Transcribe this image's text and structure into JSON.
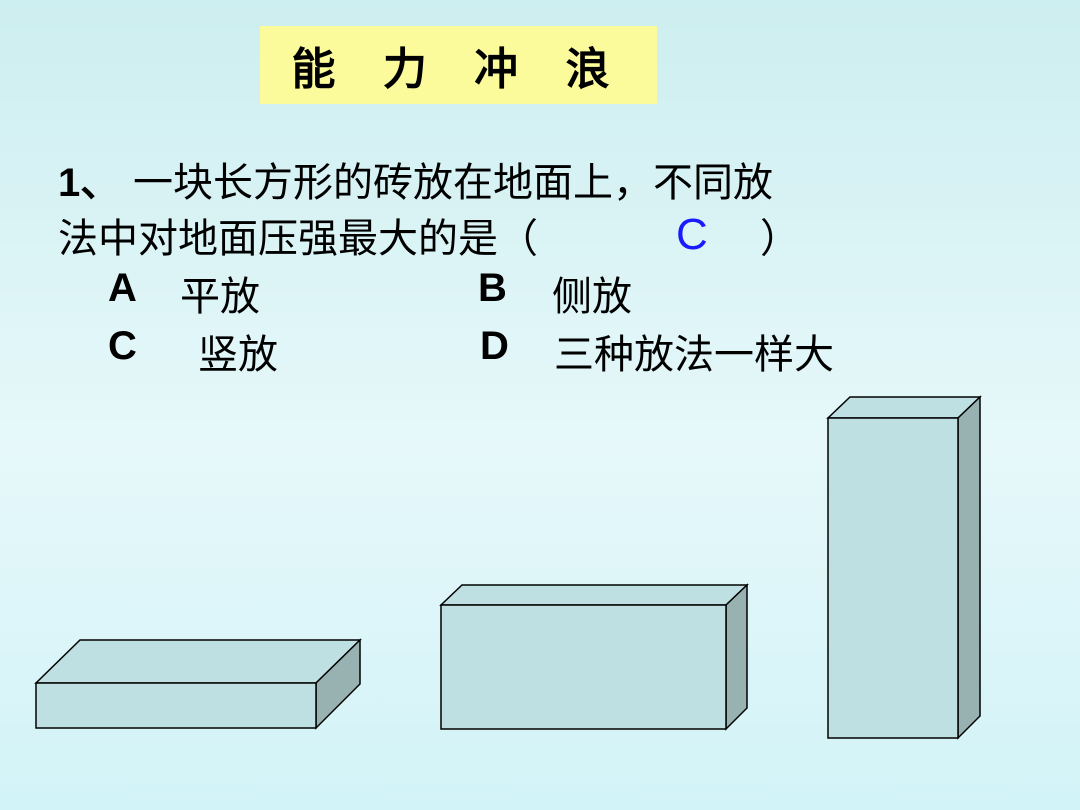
{
  "title": "能 力 冲 浪",
  "question": {
    "number": "1、",
    "line1": "一块长方形的砖放在地面上，不同放",
    "line2": "法中对地面压强最大的是（",
    "closing": "）",
    "answer": "C"
  },
  "options": [
    {
      "letter": "A",
      "text": "平放"
    },
    {
      "letter": "B",
      "text": "侧放"
    },
    {
      "letter": "C",
      "text": "竖放"
    },
    {
      "letter": "D",
      "text": "三种放法一样大"
    }
  ],
  "colors": {
    "title_bg": "#fbfb9c",
    "answer": "#1a1aff",
    "brick_face": "#bfe0e2",
    "brick_side": "#98b1b1"
  }
}
